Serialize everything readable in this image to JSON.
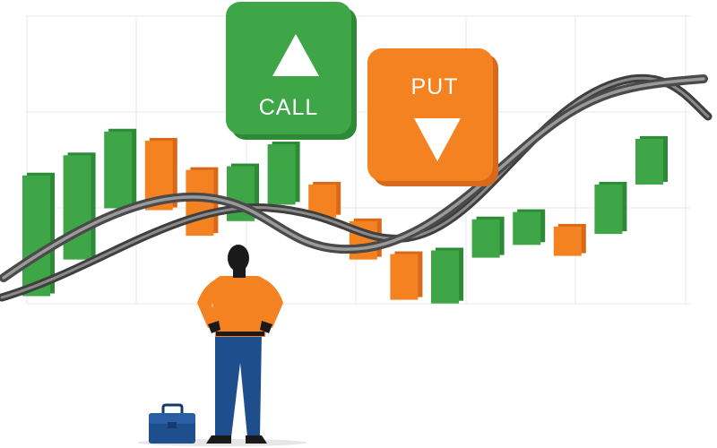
{
  "colors": {
    "green": "#3fa648",
    "green_dark": "#2d8a36",
    "orange": "#f58220",
    "orange_dark": "#d9691a",
    "ribbon": "#6f6f6f",
    "ribbon_dark": "#3f3f3f",
    "grid": "#e7e7e7",
    "shirt": "#f58220",
    "pants": "#1f4e8c",
    "hair": "#1a1a1a",
    "briefcase": "#1f4e8c"
  },
  "call_button": {
    "label": "CALL",
    "icon": "triangle-up-icon"
  },
  "put_button": {
    "label": "PUT",
    "icon": "triangle-down-icon"
  },
  "chart_data": {
    "type": "bar",
    "candles": [
      {
        "color": "green",
        "open": 1.2,
        "close": 7.8
      },
      {
        "color": "green",
        "open": 3.2,
        "close": 8.9
      },
      {
        "color": "green",
        "open": 6.0,
        "close": 10.2
      },
      {
        "color": "orange",
        "open": 9.7,
        "close": 5.9
      },
      {
        "color": "orange",
        "open": 8.1,
        "close": 4.5
      },
      {
        "color": "green",
        "open": 5.3,
        "close": 8.3
      },
      {
        "color": "green",
        "open": 6.2,
        "close": 9.5
      },
      {
        "color": "orange",
        "open": 7.3,
        "close": 5.5
      },
      {
        "color": "orange",
        "open": 5.3,
        "close": 3.2
      },
      {
        "color": "orange",
        "open": 3.5,
        "close": 1.0
      },
      {
        "color": "green",
        "open": 0.8,
        "close": 3.7
      },
      {
        "color": "green",
        "open": 3.3,
        "close": 5.4
      },
      {
        "color": "green",
        "open": 4.0,
        "close": 5.8
      },
      {
        "color": "orange",
        "open": 5.0,
        "close": 3.4
      },
      {
        "color": "green",
        "open": 4.6,
        "close": 7.3
      },
      {
        "color": "green",
        "open": 7.3,
        "close": 9.8
      }
    ],
    "ylim": [
      0,
      12
    ]
  }
}
